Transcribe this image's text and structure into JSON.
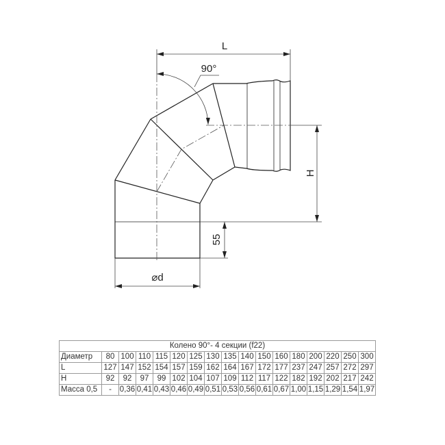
{
  "drawing": {
    "labels": {
      "length": "L",
      "height": "H",
      "angle": "90°",
      "offset": "55",
      "diameter": "⌀d"
    }
  },
  "table": {
    "title": "Колено 90°- 4 секции (f22)",
    "rows": [
      {
        "label": "Диаметр",
        "values": [
          "80",
          "100",
          "110",
          "115",
          "120",
          "125",
          "130",
          "135",
          "140",
          "150",
          "160",
          "180",
          "200",
          "220",
          "250",
          "300"
        ]
      },
      {
        "label": "L",
        "values": [
          "127",
          "147",
          "152",
          "154",
          "157",
          "159",
          "162",
          "164",
          "167",
          "172",
          "177",
          "237",
          "247",
          "257",
          "272",
          "297"
        ]
      },
      {
        "label": "H",
        "values": [
          "92",
          "92",
          "97",
          "99",
          "102",
          "104",
          "107",
          "109",
          "112",
          "117",
          "122",
          "182",
          "192",
          "202",
          "217",
          "242"
        ]
      },
      {
        "label": "Масса 0,5",
        "values": [
          "-",
          "0,36",
          "0,41",
          "0,43",
          "0,46",
          "0,49",
          "0,51",
          "0,53",
          "0,56",
          "0,61",
          "0,67",
          "1,00",
          "1,15",
          "1,29",
          "1,54",
          "1,97"
        ]
      }
    ]
  }
}
